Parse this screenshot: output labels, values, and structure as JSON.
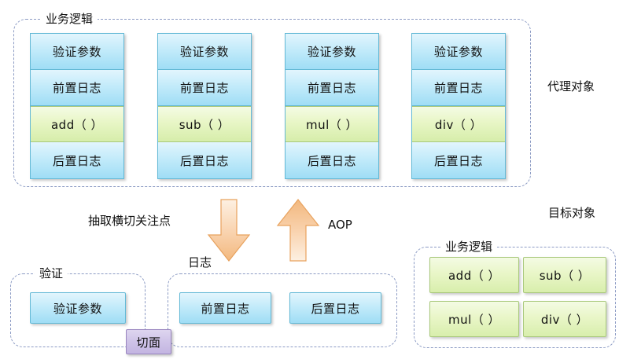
{
  "diagram": {
    "title_absent": true
  },
  "proxy_section": {
    "group_label": "业务逻辑",
    "side_label": "代理对象",
    "columns": [
      {
        "name": "add-column",
        "cells": [
          {
            "text": "验证参数",
            "kind": "blue"
          },
          {
            "text": "前置日志",
            "kind": "blue"
          },
          {
            "text": "add（ ）",
            "kind": "green"
          },
          {
            "text": "后置日志",
            "kind": "blue"
          }
        ]
      },
      {
        "name": "sub-column",
        "cells": [
          {
            "text": "验证参数",
            "kind": "blue"
          },
          {
            "text": "前置日志",
            "kind": "blue"
          },
          {
            "text": "sub（ ）",
            "kind": "green"
          },
          {
            "text": "后置日志",
            "kind": "blue"
          }
        ]
      },
      {
        "name": "mul-column",
        "cells": [
          {
            "text": "验证参数",
            "kind": "blue"
          },
          {
            "text": "前置日志",
            "kind": "blue"
          },
          {
            "text": "mul（ ）",
            "kind": "green"
          },
          {
            "text": "后置日志",
            "kind": "blue"
          }
        ]
      },
      {
        "name": "div-column",
        "cells": [
          {
            "text": "验证参数",
            "kind": "blue"
          },
          {
            "text": "前置日志",
            "kind": "blue"
          },
          {
            "text": "div（ ）",
            "kind": "green"
          },
          {
            "text": "后置日志",
            "kind": "blue"
          }
        ]
      }
    ]
  },
  "middle": {
    "extract_label": "抽取横切关注点",
    "aop_label": "AOP",
    "down_arrow_icon": "down-arrow-icon",
    "up_arrow_icon": "up-arrow-icon"
  },
  "aspects_section": {
    "validation_group_label": "验证",
    "logging_group_label": "日志",
    "validation_boxes": [
      "验证参数"
    ],
    "logging_boxes": [
      "前置日志",
      "后置日志"
    ],
    "aspect_chip_label": "切面"
  },
  "target_section": {
    "side_label": "目标对象",
    "group_label": "业务逻辑",
    "methods": [
      "add（ ）",
      "sub（ ）",
      "mul（ ）",
      "div（ ）"
    ]
  },
  "colors": {
    "blue_fill_top": "#e2f5fd",
    "blue_fill_bottom": "#9fddf5",
    "blue_border": "#63b9d6",
    "green_fill_top": "#f4fbe4",
    "green_fill_bottom": "#d6edaa",
    "green_border": "#a9c97c",
    "purple_fill": "#cfc3e8",
    "purple_border": "#9a86c0",
    "arrow_fill": "#f6c79a",
    "arrow_border": "#e8a25e",
    "dashed_border": "#8c9bc4",
    "text": "#111111",
    "background": "#ffffff"
  }
}
